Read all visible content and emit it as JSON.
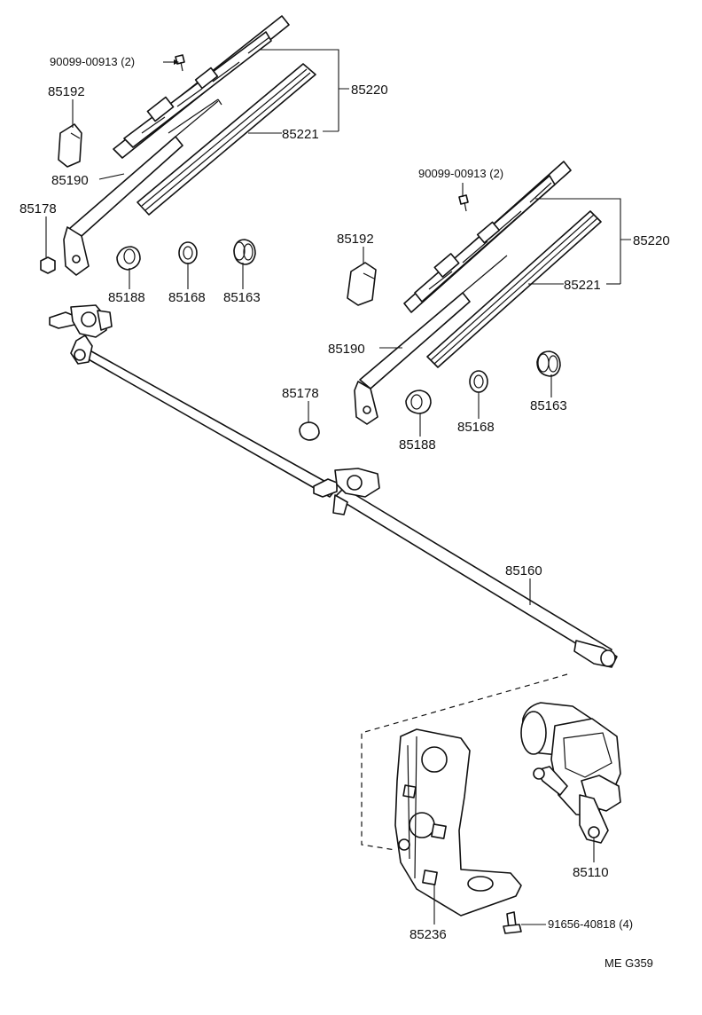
{
  "diagram_code": "ME  G359",
  "labels": {
    "screw_left": "90099-00913 (2)",
    "screw_right": "90099-00913 (2)",
    "blade_assy_left": "85220",
    "blade_assy_right": "85220",
    "blade_insert_left": "85221",
    "blade_insert_right": "85221",
    "cap_left": "85192",
    "cap_right": "85192",
    "arm_left": "85190",
    "arm_right": "85190",
    "nut_left": "85178",
    "nut_right": "85178",
    "seal_left": "85188",
    "seal_right": "85188",
    "bushing_left": "85168",
    "bushing_right": "85168",
    "boot_left": "85163",
    "boot_right": "85163",
    "link_assy": "85160",
    "motor": "85110",
    "bracket": "85236",
    "bolt": "91656-40818 (4)"
  }
}
